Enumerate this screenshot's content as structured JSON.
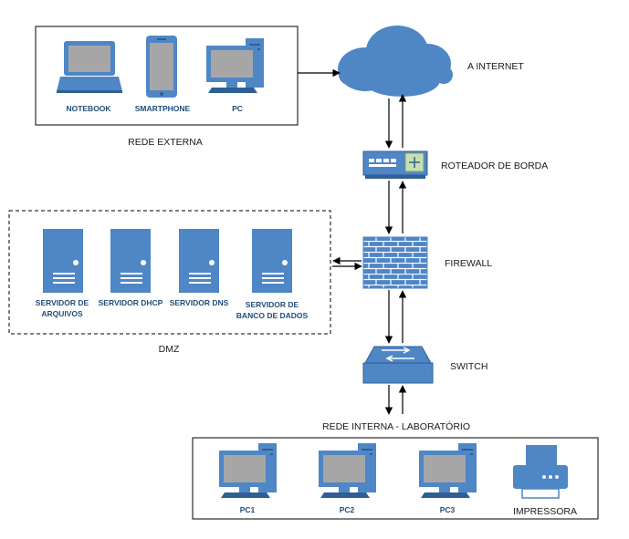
{
  "external_network": {
    "label": "REDE EXTERNA",
    "devices": [
      "NOTEBOOK",
      "SMARTPHONE",
      "PC"
    ]
  },
  "internet": {
    "label": "A INTERNET"
  },
  "border_router": {
    "label": "ROTEADOR DE BORDA"
  },
  "firewall": {
    "label": "FIREWALL"
  },
  "dmz": {
    "label": "DMZ",
    "servers": [
      {
        "line1": "SERVIDOR DE",
        "line2": "ARQUIVOS"
      },
      {
        "line1": "SERVIDOR DHCP",
        "line2": ""
      },
      {
        "line1": "SERVIDOR DNS",
        "line2": ""
      },
      {
        "line1": "SERVIDOR DE",
        "line2": "BANCO DE DADOS"
      }
    ]
  },
  "switch": {
    "label": "SWITCH"
  },
  "internal_network": {
    "label": "REDE INTERNA - LABORATÓRIO",
    "devices": [
      "PC1",
      "PC2",
      "PC3",
      "IMPRESSORA"
    ]
  },
  "colors": {
    "device": "#4f86c6",
    "device_dark": "#2f5f94",
    "screen": "#a6a6a6",
    "cloud": "#4f86c6",
    "line": "#000000"
  }
}
